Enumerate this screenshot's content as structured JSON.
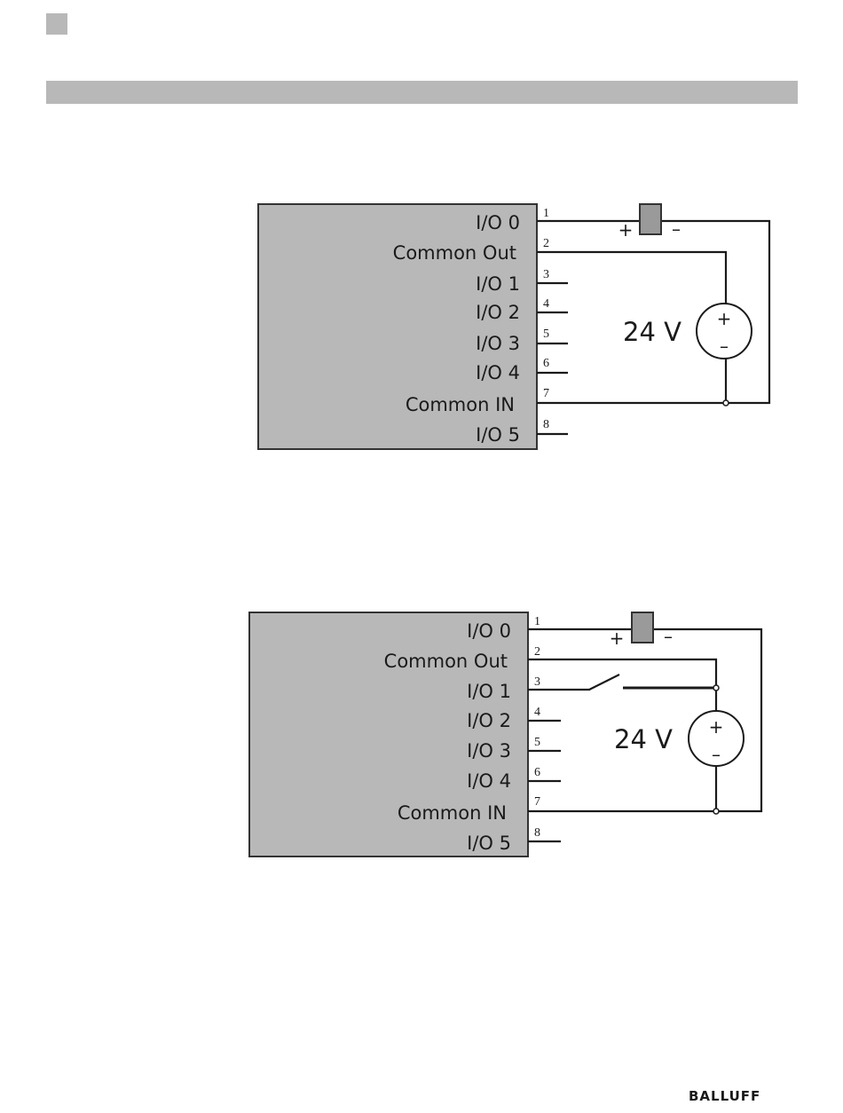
{
  "diagrams": [
    {
      "labels": [
        "I/O 0",
        "Common Out",
        "I/O 1",
        "I/O 2",
        "I/O 3",
        "I/O 4",
        "Common IN",
        "I/O 5"
      ],
      "pins": [
        "1",
        "2",
        "3",
        "4",
        "5",
        "6",
        "7",
        "8"
      ],
      "voltage": "24 V",
      "load_plus": "+",
      "load_minus": "–",
      "source_plus": "+",
      "source_minus": "–"
    },
    {
      "labels": [
        "I/O 0",
        "Common Out",
        "I/O 1",
        "I/O 2",
        "I/O 3",
        "I/O 4",
        "Common IN",
        "I/O 5"
      ],
      "pins": [
        "1",
        "2",
        "3",
        "4",
        "5",
        "6",
        "7",
        "8"
      ],
      "voltage": "24 V",
      "load_plus": "+",
      "load_minus": "–",
      "source_plus": "+",
      "source_minus": "–"
    }
  ],
  "logo": "BALLUFF"
}
